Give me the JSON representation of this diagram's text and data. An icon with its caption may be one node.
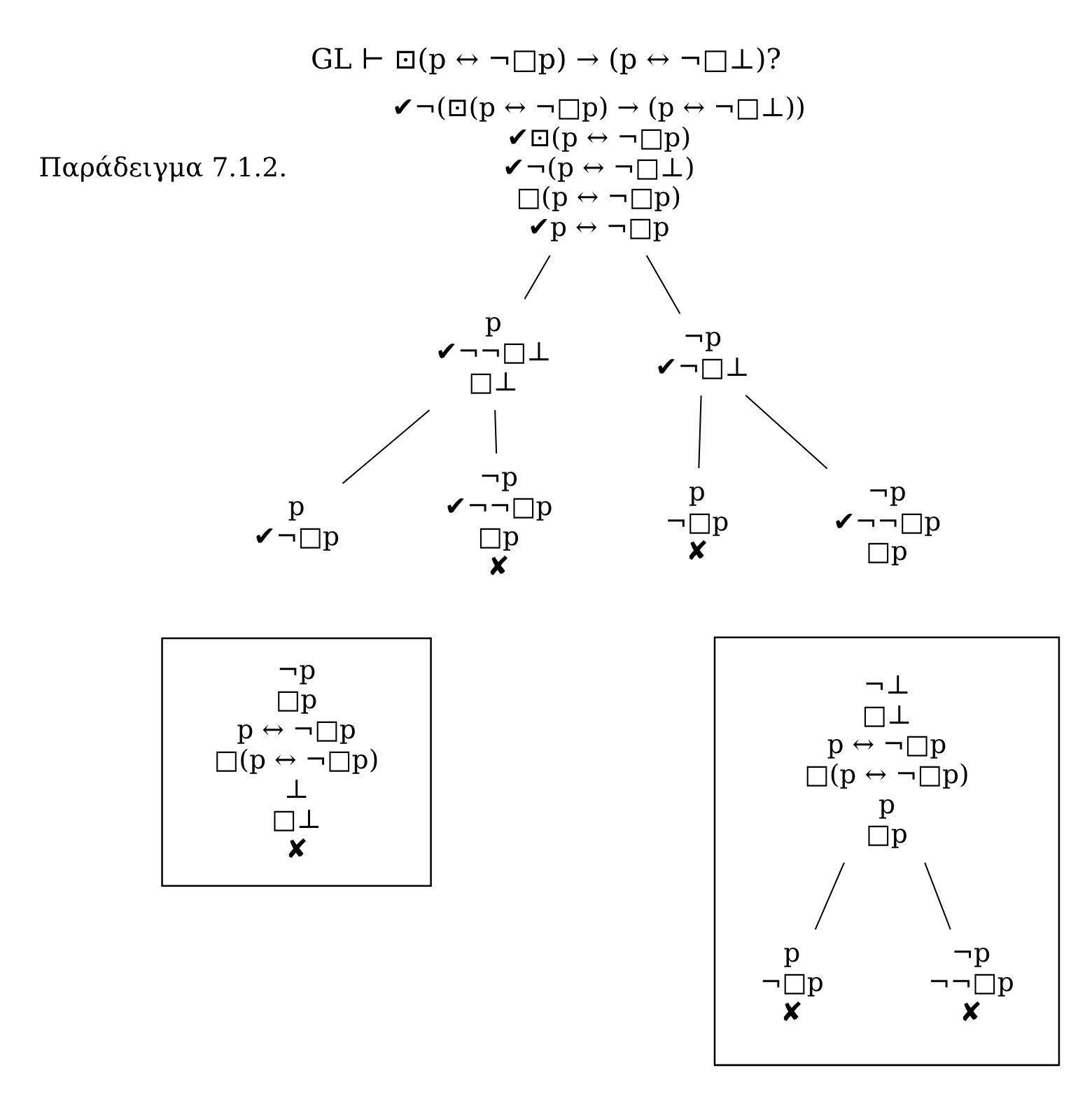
{
  "diagram": {
    "title": "GL ⊢ ⊡(p ↔ ¬□p) → (p ↔ ¬□⊥)?",
    "nodes": [
      {
        "text": [
          "✔¬(⊡(p ↔ ¬□p) → (p ↔ ¬□⊥))",
          "✔⊡(p ↔ ¬□p)",
          "✔¬(p ↔ ¬□⊥)",
          "□(p ↔ ¬□p)",
          "✔p ↔ ¬□p"
        ]
      },
      {
        "text": [
          "p",
          "✔¬¬□⊥",
          "□⊥"
        ]
      },
      {
        "text": [
          "¬p",
          "✔¬□⊥"
        ]
      },
      {
        "text": [
          "p",
          "✔¬□p"
        ]
      },
      {
        "text": [
          "¬p",
          "✔¬¬□p",
          "□p",
          "✘"
        ]
      },
      {
        "text": [
          "¬p",
          "□p",
          "p ↔ ¬□p",
          "□(p ↔ ¬□p)",
          "⊥",
          "□⊥",
          "✘"
        ]
      },
      {
        "text": [
          "p",
          "¬□p",
          "✘"
        ]
      },
      {
        "text": [
          "¬p",
          "✔¬¬□p",
          "□p"
        ]
      },
      {
        "text": [],
        "shape": "box"
      },
      {
        "text": [
          "¬⊥",
          "□⊥",
          "p ↔ ¬□p",
          "□(p ↔ ¬□p)",
          "p",
          "□p"
        ],
        "in": 8
      },
      {
        "text": [
          "p",
          "¬□p",
          "✘"
        ],
        "in": 8
      },
      {
        "text": [
          "¬p",
          "¬¬□p",
          "✘"
        ],
        "in": 8
      }
    ],
    "edges": [
      {
        "from": 0,
        "to": 1,
        "arrow": "none"
      },
      {
        "from": 0,
        "to": 2,
        "arrow": "none"
      },
      {
        "from": 1,
        "to": 3,
        "arrow": "none"
      },
      {
        "from": 1,
        "to": 4,
        "arrow": "none"
      },
      {
        "from": 2,
        "to": 6,
        "arrow": "none"
      },
      {
        "from": 2,
        "to": 7,
        "arrow": "none"
      },
      {
        "from": 9,
        "to": 10,
        "arrow": "none"
      },
      {
        "from": 9,
        "to": 11,
        "arrow": "none"
      }
    ],
    "labels": [
      "Παράδειγμα 7.1.2."
    ]
  }
}
